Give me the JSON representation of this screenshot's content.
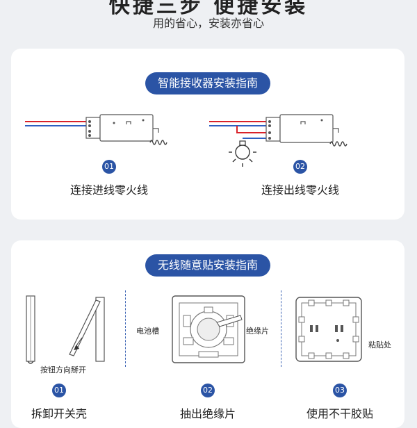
{
  "page": {
    "title_cut": "快捷三步  便捷安装",
    "subtitle": "用的省心，安装亦省心"
  },
  "receiver_section": {
    "title": "智能接收器安装指南",
    "steps": [
      {
        "num": "01",
        "caption": "连接进线零火线"
      },
      {
        "num": "02",
        "caption": "连接出线零火线"
      }
    ]
  },
  "sticker_section": {
    "title": "无线随意贴安装指南",
    "steps": [
      {
        "num": "01",
        "caption": "拆卸开关壳",
        "note": "按钮方向掰开"
      },
      {
        "num": "02",
        "caption": "抽出绝缘片",
        "label_left": "电池槽",
        "label_right": "绝缘片"
      },
      {
        "num": "03",
        "caption": "使用不干胶贴",
        "label_right": "粘贴处"
      }
    ]
  },
  "colors": {
    "accent": "#2b54a5",
    "wire_red": "#d9222a",
    "wire_blue": "#2d5fc2",
    "background": "#eef0f3"
  }
}
